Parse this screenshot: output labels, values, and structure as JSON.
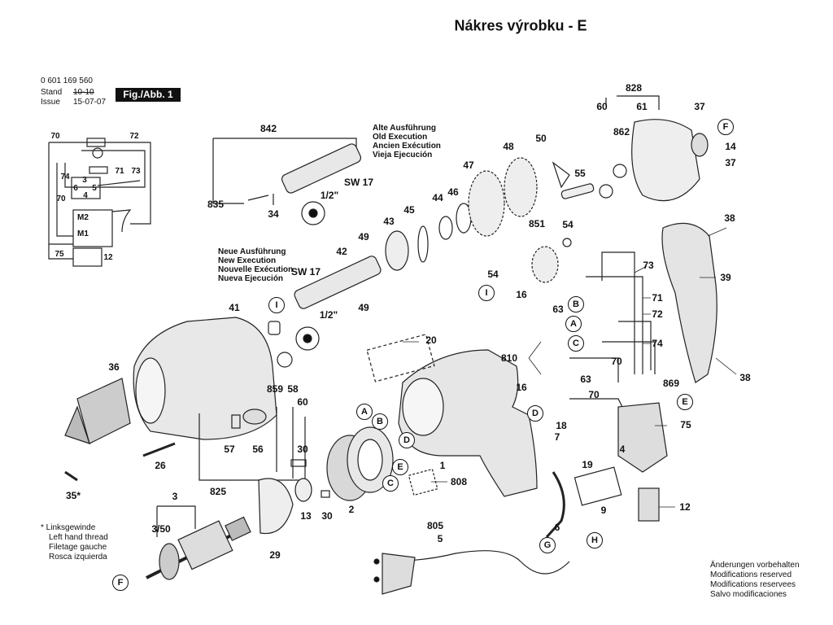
{
  "title": "Nákres výrobku - E",
  "header": {
    "part_number": "0 601 169 560",
    "stand_label": "Stand",
    "stand_value": "10-10",
    "issue_label": "Issue",
    "issue_value": "15-07-07",
    "fig_label": "Fig./Abb. 1"
  },
  "schematic": [
    "70",
    "72",
    "71",
    "73",
    "74",
    "3",
    "6",
    "5",
    "4",
    "70",
    "M2",
    "M1",
    "75",
    "12"
  ],
  "old_execution": [
    "Alte Ausführung",
    "Old Execution",
    "Ancien Exécution",
    "Vieja Ejecución"
  ],
  "new_execution": [
    "Neue Ausführung",
    "New Execution",
    "Nouvelle Exécution",
    "Nueva Ejecución"
  ],
  "callouts": [
    "842",
    "SW 17",
    "1/2\"",
    "835",
    "34",
    "42",
    "49",
    "SW 17",
    "49",
    "1/2\"",
    "41",
    "43",
    "45",
    "44",
    "46",
    "47",
    "48",
    "50",
    "55",
    "851",
    "54",
    "54",
    "16",
    "63",
    "810",
    "16",
    "63",
    "70",
    "18",
    "7",
    "19",
    "4",
    "73",
    "71",
    "72",
    "74",
    "70",
    "869",
    "75",
    "12",
    "9",
    "20",
    "1",
    "808",
    "6",
    "805",
    "5",
    "828",
    "60",
    "61",
    "37",
    "862",
    "14",
    "37",
    "38",
    "39",
    "38",
    "36",
    "859",
    "58",
    "60",
    "26",
    "57",
    "56",
    "35*",
    "825",
    "30",
    "30",
    "13",
    "2",
    "29",
    "3",
    "3/50"
  ],
  "circled": [
    "I",
    "I",
    "B",
    "A",
    "C",
    "D",
    "E",
    "G",
    "H",
    "F",
    "F",
    "A",
    "B",
    "D",
    "E",
    "C"
  ],
  "legend": [
    "* Linksgewinde",
    "Left hand thread",
    "Filetage gauche",
    "Rosca izquierda"
  ],
  "notes": [
    "Änderungen vorbehalten",
    "Modifications reserved",
    "Modifications reservees",
    "Salvo modificaciones"
  ]
}
